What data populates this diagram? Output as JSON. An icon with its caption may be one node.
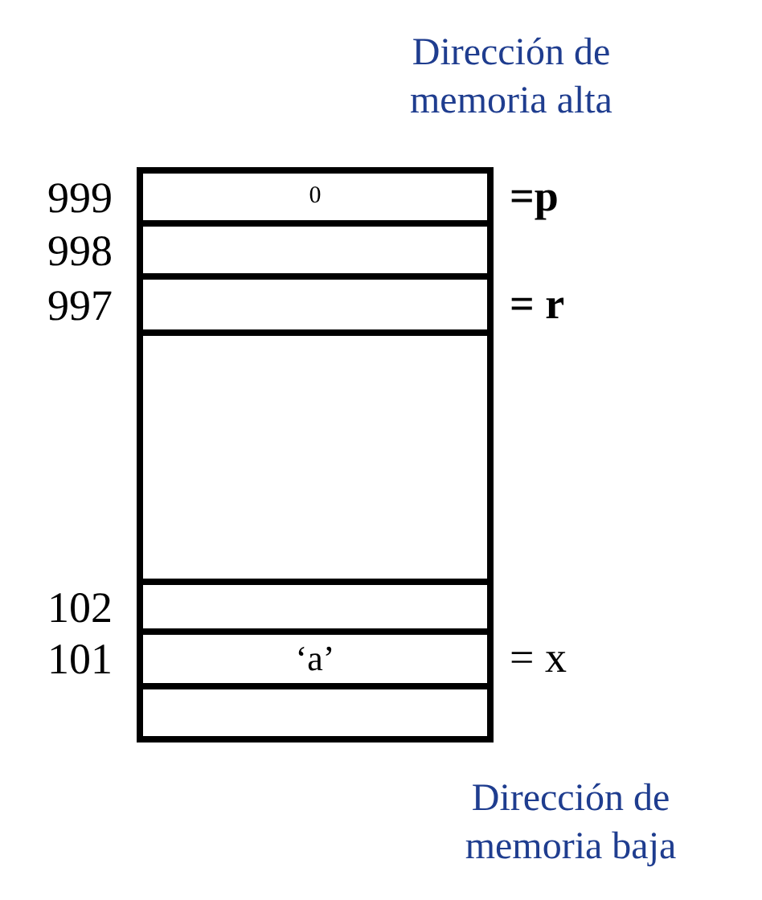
{
  "diagram": {
    "nodes": [
      {
        "text": [
          "0"
        ],
        "beside": [
          "999",
          "=p"
        ]
      },
      {
        "text": [],
        "shape": "box",
        "beside": [
          "998"
        ]
      },
      {
        "text": [],
        "shape": "box",
        "beside": [
          "997",
          "= r"
        ]
      },
      {
        "text": [],
        "shape": "box"
      },
      {
        "text": [],
        "shape": "box",
        "beside": [
          "102"
        ]
      },
      {
        "text": [
          "‘a’"
        ],
        "beside": [
          "101",
          "= x"
        ]
      },
      {
        "text": [],
        "shape": "box"
      }
    ],
    "labels": [
      "Dirección de memoria alta",
      "Dirección de memoria baja"
    ]
  }
}
